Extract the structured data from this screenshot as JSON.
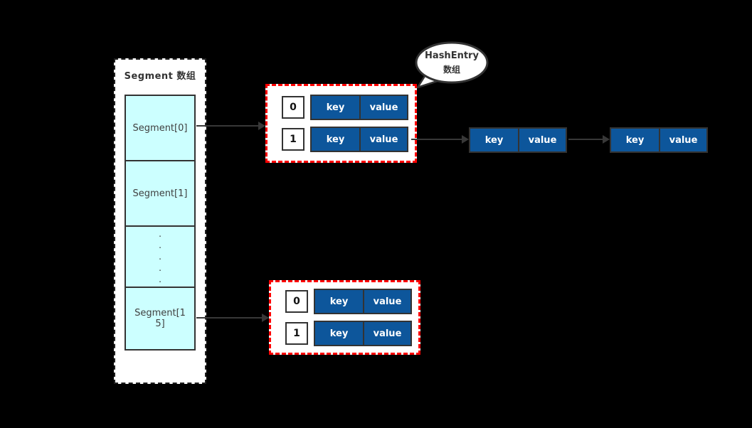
{
  "diagram": {
    "colors": {
      "canvas_bg": "#000000",
      "segment_fill": "#ccffff",
      "entry_blue": "#0d569b",
      "border_dark": "#333333",
      "highlight_red": "#ff0000",
      "arrow_color": "#383838"
    },
    "segment_array": {
      "title": "Segment 数组",
      "cells": [
        "Segment[0]",
        "Segment[1]",
        ".\n.\n.\n.\n.",
        "Segment[15]"
      ]
    },
    "bubble": {
      "line1": "HashEntry",
      "line2": "数组"
    },
    "hash_entry_boxes": [
      {
        "rows": [
          {
            "index": "0",
            "key": "key",
            "value": "value"
          },
          {
            "index": "1",
            "key": "key",
            "value": "value"
          }
        ]
      },
      {
        "rows": [
          {
            "index": "0",
            "key": "key",
            "value": "value"
          },
          {
            "index": "1",
            "key": "key",
            "value": "value"
          }
        ]
      }
    ],
    "linked_list": [
      {
        "key": "key",
        "value": "value"
      },
      {
        "key": "key",
        "value": "value"
      }
    ]
  }
}
